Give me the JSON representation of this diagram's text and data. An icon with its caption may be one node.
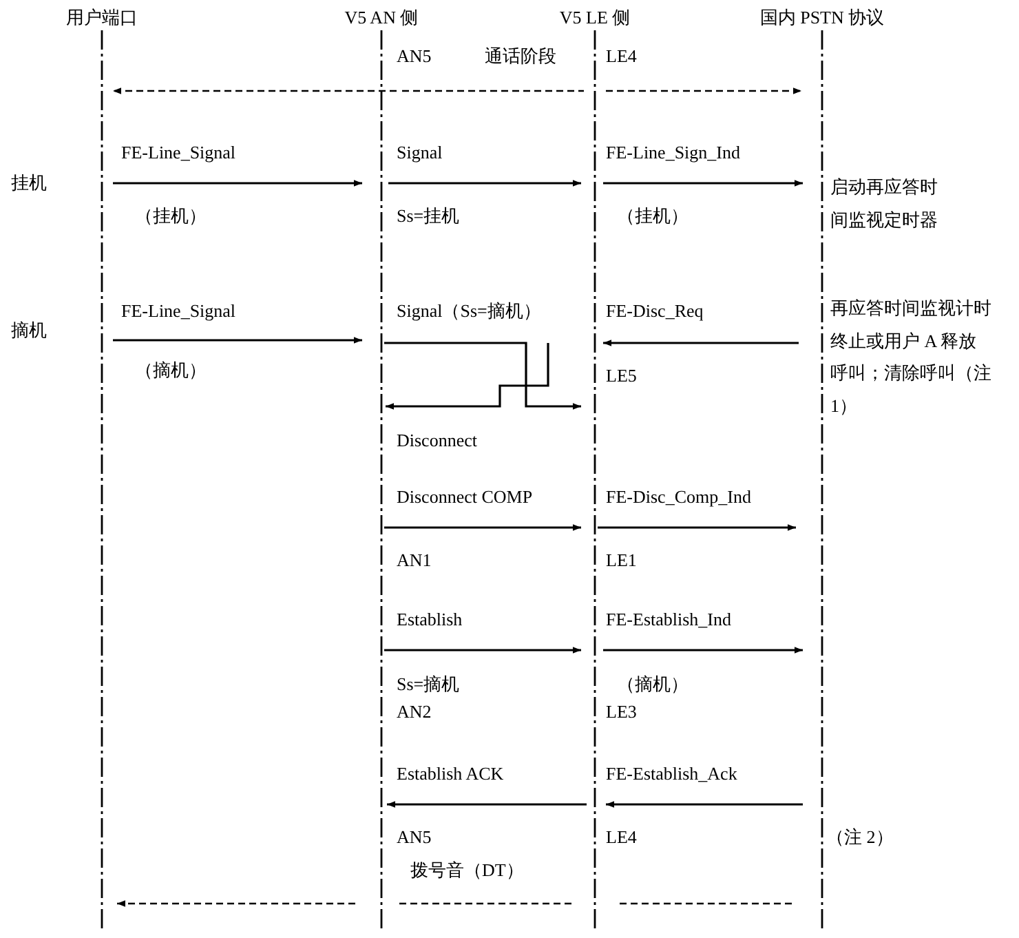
{
  "diagram": {
    "nodes": [
      {
        "text": [
          "用户端口"
        ]
      },
      {
        "text": [
          "V5 AN 侧"
        ]
      },
      {
        "text": [
          "V5 LE 侧"
        ]
      },
      {
        "text": [
          "国内 PSTN 协议"
        ]
      }
    ],
    "edges": [
      {
        "from": 1,
        "to": 0,
        "arrow": "to",
        "style": "dashed"
      },
      {
        "from": 1,
        "to": 2,
        "arrow": "none",
        "style": "dashed"
      },
      {
        "from": 2,
        "to": 3,
        "arrow": "to",
        "style": "dashed"
      },
      {
        "from": 0,
        "to": 1,
        "arrow": "to",
        "label": "FE-Line_Signal"
      },
      {
        "from": 1,
        "to": 2,
        "arrow": "to",
        "label": "Signal"
      },
      {
        "from": 2,
        "to": 3,
        "arrow": "to",
        "label": "FE-Line_Sign_Ind"
      },
      {
        "from": 0,
        "to": 1,
        "arrow": "to",
        "label": "FE-Line_Signal"
      },
      {
        "from": 1,
        "to": 2,
        "arrow": "to",
        "label": "Signal（Ss=摘机）"
      },
      {
        "from": 3,
        "to": 2,
        "arrow": "to",
        "label": "FE-Disc_Req"
      },
      {
        "from": 2,
        "to": 1,
        "arrow": "to",
        "label": "Disconnect"
      },
      {
        "from": 1,
        "to": 2,
        "arrow": "to",
        "label": "Disconnect COMP"
      },
      {
        "from": 2,
        "to": 3,
        "arrow": "to",
        "label": "FE-Disc_Comp_Ind"
      },
      {
        "from": 1,
        "to": 2,
        "arrow": "to",
        "label": "Establish"
      },
      {
        "from": 2,
        "to": 3,
        "arrow": "to",
        "label": "FE-Establish_Ind"
      },
      {
        "from": 2,
        "to": 1,
        "arrow": "to",
        "label": "Establish ACK"
      },
      {
        "from": 3,
        "to": 2,
        "arrow": "to",
        "label": "FE-Establish_Ack"
      },
      {
        "from": 1,
        "to": 0,
        "arrow": "to",
        "style": "dashed"
      },
      {
        "from": 1,
        "to": 2,
        "arrow": "none",
        "style": "dashed"
      },
      {
        "from": 2,
        "to": 3,
        "arrow": "none",
        "style": "dashed"
      }
    ],
    "labels": [
      "AN5",
      "通话阶段",
      "LE4",
      "挂机",
      "（挂机）",
      "Ss=挂机",
      "（挂机）",
      "启动再应答时间监视定时器",
      "摘机",
      "（摘机）",
      "LE5",
      "再应答时间监视计时终止或用户 A 释放呼叫；清除呼叫（注 1）",
      "AN1",
      "LE1",
      "Ss=摘机",
      "AN2",
      "（摘机）",
      "LE3",
      "AN5",
      "LE4",
      "（注 2）",
      "拨号音（DT）"
    ]
  }
}
